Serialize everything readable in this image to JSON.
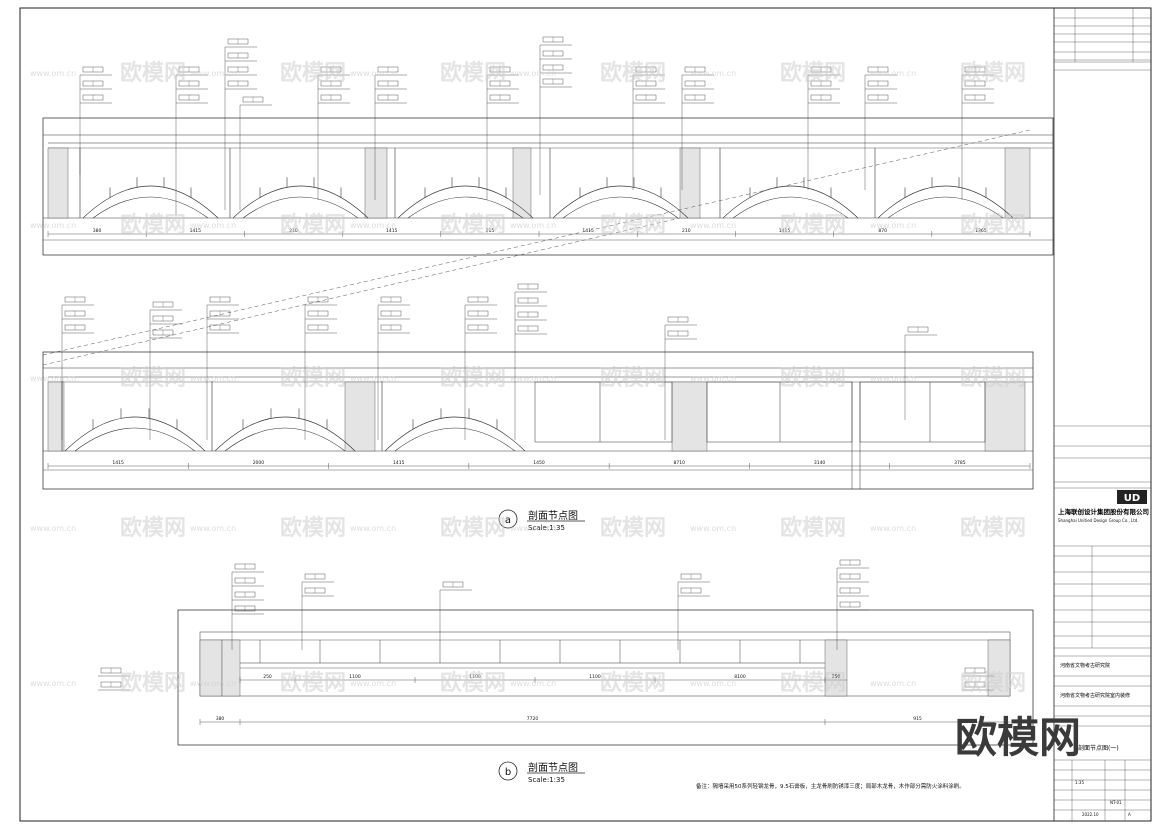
{
  "sections": {
    "a": {
      "letter": "a",
      "title": "剖面节点图",
      "scale": "Scale:1:35"
    },
    "b": {
      "letter": "b",
      "title": "剖面节点图",
      "scale": "Scale:1:35"
    }
  },
  "dims_a_top": [
    "380",
    "1415",
    "210",
    "1415",
    "215",
    "1415",
    "210",
    "1415",
    "870",
    "1365"
  ],
  "dims_a_bottom": [
    "1415",
    "2000",
    "1415",
    "1450",
    "8710",
    "3140",
    "3785"
  ],
  "dims_b": [
    "250",
    "1100",
    "1100",
    "1100",
    "8100",
    "250",
    "380",
    "7720",
    "915"
  ],
  "note": "备注：隔墙采用50系列轻钢龙骨，9.5石膏板，主龙骨刷防锈漆三度；局部木龙骨，木作部分需防火涂料涂刷。",
  "title_block": {
    "company_logo": "UD",
    "company_cn": "上海联创设计集团股份有限公司",
    "company_en": "Shanghai Unitied Design Group Co., Ltd.",
    "project_name": "河南省文物考古研究院",
    "drawing_name": "河南省文物考古研究院室内装修",
    "sheet_name": "剖面节点图(一)",
    "scale": "1:35",
    "sheet_no": "NT-01",
    "date": "2022.10",
    "rev": "A"
  },
  "watermark": {
    "brand": "欧模网",
    "url": "www.om.cn"
  }
}
